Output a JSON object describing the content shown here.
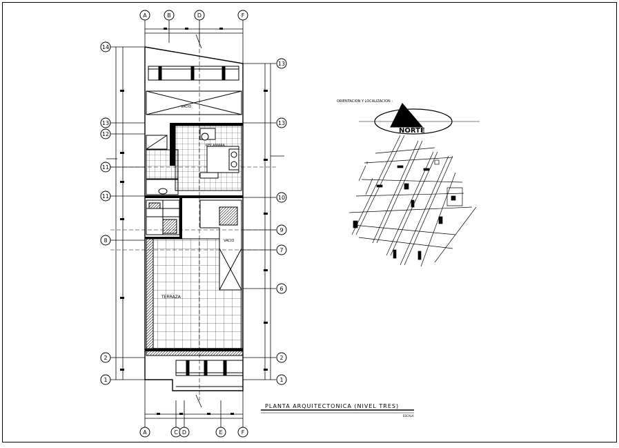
{
  "sheet": {
    "title": "PLANTA ARQUITECTONICA (NIVEL TRES)",
    "scale_label": "ESCALA"
  },
  "axes": {
    "top": [
      "A",
      "B",
      "D",
      "F"
    ],
    "bottom": [
      "A",
      "C",
      "D",
      "E",
      "F"
    ],
    "left": [
      "14",
      "13",
      "12",
      "11",
      "11",
      "8",
      "2",
      "1"
    ],
    "right": [
      "13",
      "13",
      "10",
      "9",
      "7",
      "6",
      "2",
      "1"
    ]
  },
  "rooms": {
    "vacio_top": "VACIO",
    "recamara": "RECAMARA",
    "vacio_mid": "VACIO",
    "terraza": "TERRAZA"
  },
  "location": {
    "heading": "ORIENTACION Y LOCALIZACION :",
    "north_label": "NORTE"
  },
  "colors": {
    "ink": "#000000",
    "paper": "#ffffff"
  }
}
